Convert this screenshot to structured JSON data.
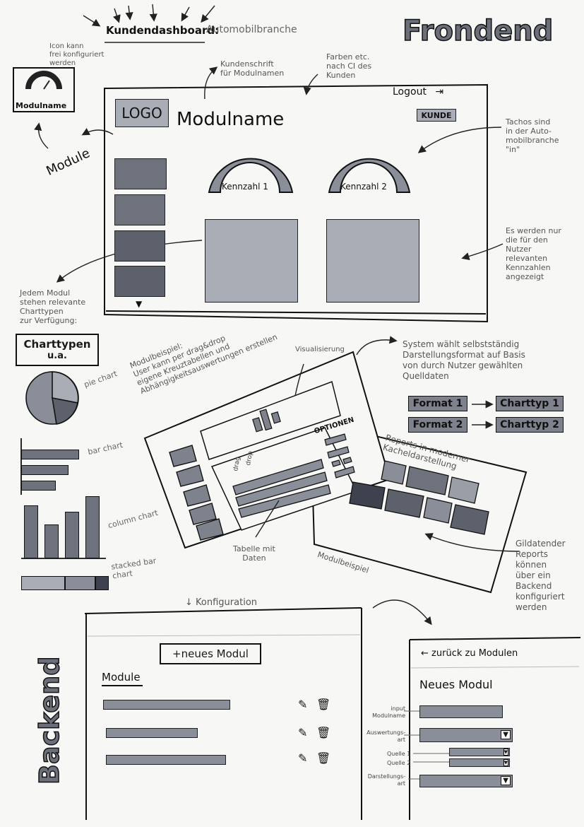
{
  "header": {
    "title": "Kundendashboard:",
    "subtitle": "Automobilbranche"
  },
  "frontend_label": "Frondend",
  "backend_label": "Backend",
  "icon_note": {
    "lines": [
      "Icon kann",
      "frei konfiguriert",
      "werden"
    ],
    "module_label": "Modulname",
    "module_arrow_label": "Module"
  },
  "annotations": {
    "font_note": [
      "Kundenschrift",
      "für Modulnamen"
    ],
    "color_note": [
      "Farben etc.",
      "nach CI des",
      "Kunden"
    ],
    "tacho_note": [
      "Tachos sind",
      "in der Auto-",
      "mobilbranche",
      "\"in\""
    ],
    "relevant_note": [
      "Es werden nur",
      "die für den",
      "Nutzer",
      "relevanten",
      "Kennzahlen",
      "angezeigt"
    ],
    "charttypes_note": [
      "Jedem Modul",
      "stehen relevante",
      "Charttypen",
      "zur Verfügung:"
    ],
    "system_note": [
      "System wählt selbstständig",
      "Darstellungsformat auf Basis",
      "von durch Nutzer gewählten",
      "Quelldaten"
    ],
    "backend_reports_note": [
      "Gildatender",
      "Reports",
      "können",
      "über ein",
      "Backend",
      "konfiguriert",
      "werden"
    ]
  },
  "dashboard": {
    "logo": "LOGO",
    "module_name": "Modulname",
    "logout": "Logout",
    "customer": "KUNDE",
    "gauge1": "Kennzahl 1",
    "gauge2": "Kennzahl 2"
  },
  "charttypes": {
    "title_line1": "Charttypen",
    "title_line2": "u.a.",
    "pie": "pie chart",
    "bar": "bar chart",
    "column": "column chart",
    "stacked": "stacked bar chart"
  },
  "column_values": [
    85,
    55,
    75,
    100
  ],
  "bar_values": [
    80,
    65,
    48
  ],
  "stacked_values": [
    50,
    35,
    15
  ],
  "module_example": {
    "note": [
      "Modulbeispiel:",
      "User kann per drag&drop",
      "eigene Kreuztabellen und",
      "Abhängigkeitsauswertungen erstellen"
    ],
    "visualisierung": "Visualisierung",
    "optionen": "OPTIONEN",
    "drag": "drag",
    "drop": "drop",
    "table_note": [
      "Tabelle mit",
      "Daten"
    ]
  },
  "tiles_example": {
    "title": [
      "Reports in moderner",
      "Kacheldarstellung"
    ],
    "footer": "Modulbeispiel"
  },
  "format_map": [
    {
      "format": "Format 1",
      "chart": "Charttyp 1"
    },
    {
      "format": "Format 2",
      "chart": "Charttyp 2"
    }
  ],
  "config_label": "Konfiguration",
  "backend": {
    "new_module_button": "+neues Modul",
    "modules_heading": "Module"
  },
  "new_module_form": {
    "back": "zurück zu Modulen",
    "heading": "Neues Modul",
    "labels": {
      "input": "input Modulname",
      "auswertung": "Auswertungs-art",
      "quelle1": "Quelle 1",
      "quelle2": "Quelle 2",
      "darstellung": "Darstellungs-art"
    }
  }
}
